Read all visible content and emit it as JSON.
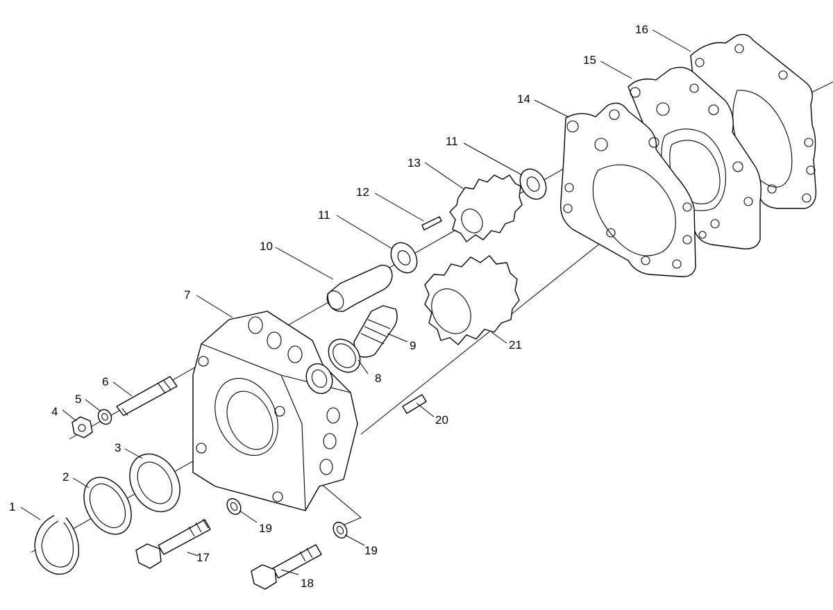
{
  "callouts": {
    "c1": "1",
    "c2": "2",
    "c3": "3",
    "c4": "4",
    "c5": "5",
    "c6": "6",
    "c7": "7",
    "c8": "8",
    "c9": "9",
    "c10": "10",
    "c11a": "11",
    "c11b": "11",
    "c12": "12",
    "c13": "13",
    "c14": "14",
    "c15": "15",
    "c16": "16",
    "c17": "17",
    "c18": "18",
    "c19a": "19",
    "c19b": "19",
    "c20": "20",
    "c21": "21"
  }
}
